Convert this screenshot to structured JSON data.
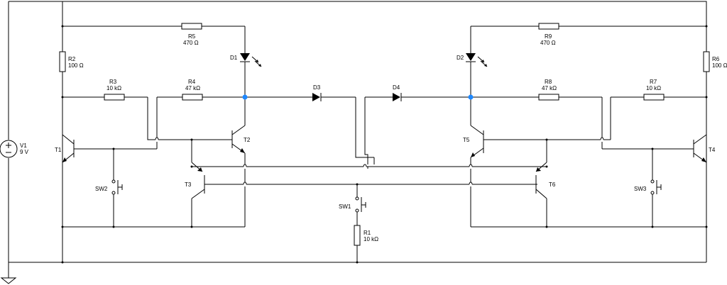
{
  "components": {
    "V1": {
      "name": "V1",
      "value": "9 V"
    },
    "R1": {
      "name": "R1",
      "value": "10 kΩ"
    },
    "R2": {
      "name": "R2",
      "value": "100 Ω"
    },
    "R3": {
      "name": "R3",
      "value": "10 kΩ"
    },
    "R4": {
      "name": "R4",
      "value": "47 kΩ"
    },
    "R5": {
      "name": "R5",
      "value": "470 Ω"
    },
    "R6": {
      "name": "R6",
      "value": "100 Ω"
    },
    "R7": {
      "name": "R7",
      "value": "10 kΩ"
    },
    "R8": {
      "name": "R8",
      "value": "47 kΩ"
    },
    "R9": {
      "name": "R9",
      "value": "470 Ω"
    },
    "D1": "D1",
    "D2": "D2",
    "D3": "D3",
    "D4": "D4",
    "T1": "T1",
    "T2": "T2",
    "T3": "T3",
    "T4": "T4",
    "T5": "T5",
    "T6": "T6",
    "SW1": "SW1",
    "SW2": "SW2",
    "SW3": "SW3"
  },
  "colors": {
    "wire": "#000000",
    "node_highlight": "#1e88ff"
  }
}
